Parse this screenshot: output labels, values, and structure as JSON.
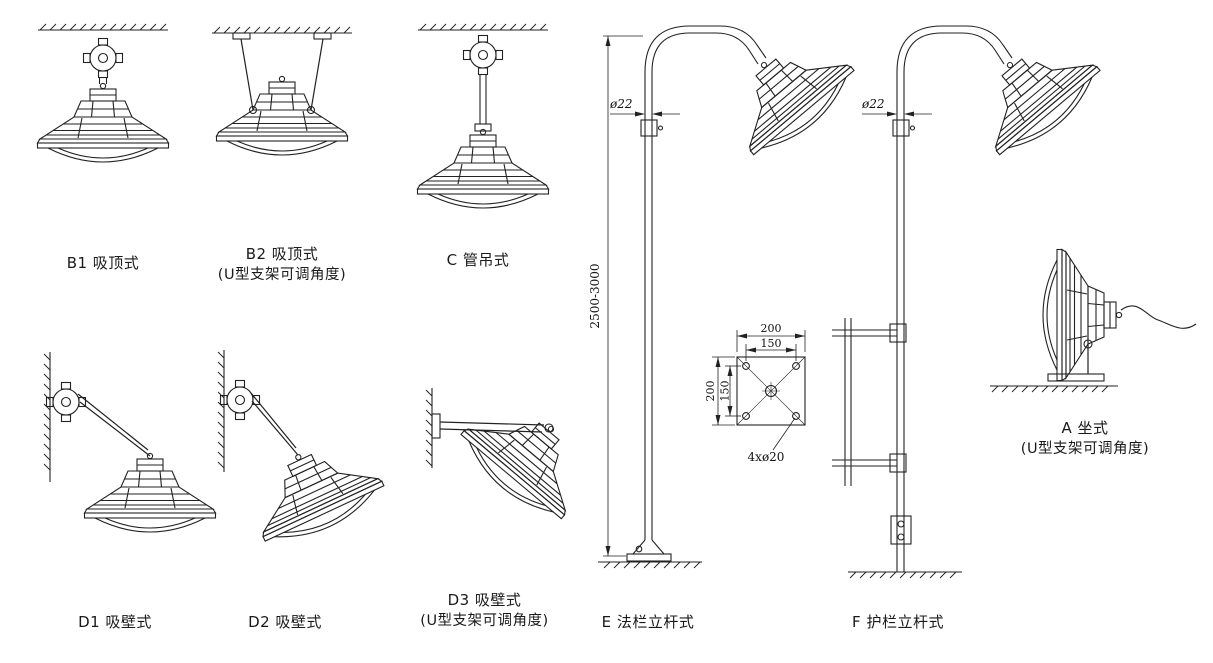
{
  "page": {
    "background": "#ffffff",
    "line_color": "#222222"
  },
  "captions": {
    "b1": {
      "line1": "B1 吸顶式"
    },
    "b2": {
      "line1": "B2 吸顶式",
      "line2": "(U型支架可调角度)"
    },
    "c": {
      "line1": "C 管吊式"
    },
    "d1": {
      "line1": "D1 吸壁式"
    },
    "d2": {
      "line1": "D2 吸壁式"
    },
    "d3": {
      "line1": "D3 吸壁式",
      "line2": "(U型支架可调角度)"
    },
    "e": {
      "line1": "E 法栏立杆式"
    },
    "f": {
      "line1": "F 护栏立杆式"
    },
    "a": {
      "line1": "A 坐式",
      "line2": "(U型支架可调角度)"
    }
  },
  "dimensions": {
    "pole_diameter_e": "ø22",
    "pole_diameter_f": "ø22",
    "pole_height": "2500-3000",
    "plan_outer_width": "200",
    "plan_hole_spacing_h": "150",
    "plan_outer_height": "200",
    "plan_hole_spacing_v": "150",
    "plan_holes": "4xø20"
  }
}
